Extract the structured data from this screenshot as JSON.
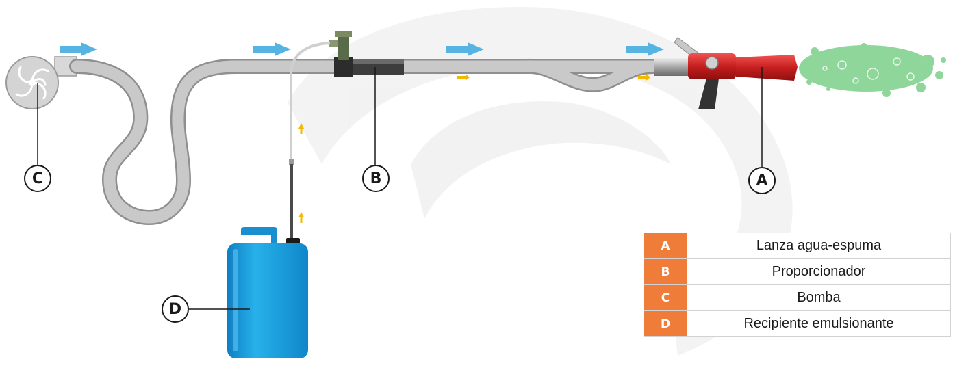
{
  "markers": {
    "a": "A",
    "b": "B",
    "c": "C",
    "d": "D"
  },
  "legend": [
    {
      "key": "A",
      "label": "Lanza agua-espuma"
    },
    {
      "key": "B",
      "label": "Proporcionador"
    },
    {
      "key": "C",
      "label": "Bomba"
    },
    {
      "key": "D",
      "label": "Recipiente emulsionante"
    }
  ],
  "colors": {
    "hose": "#bdbdbd",
    "hose_edge": "#8f8f8f",
    "flow_arrow": "#56b4e3",
    "suction_arrow": "#f5b800",
    "container": "#1fa8e0",
    "nozzle": "#d92b2b",
    "foam": "#8fd69b",
    "legend_key": "#f07c3a"
  },
  "icons": [
    "pump-icon",
    "foam-proportioner-icon",
    "emulsifier-container-icon",
    "foam-nozzle-icon",
    "flow-arrow-icon"
  ]
}
